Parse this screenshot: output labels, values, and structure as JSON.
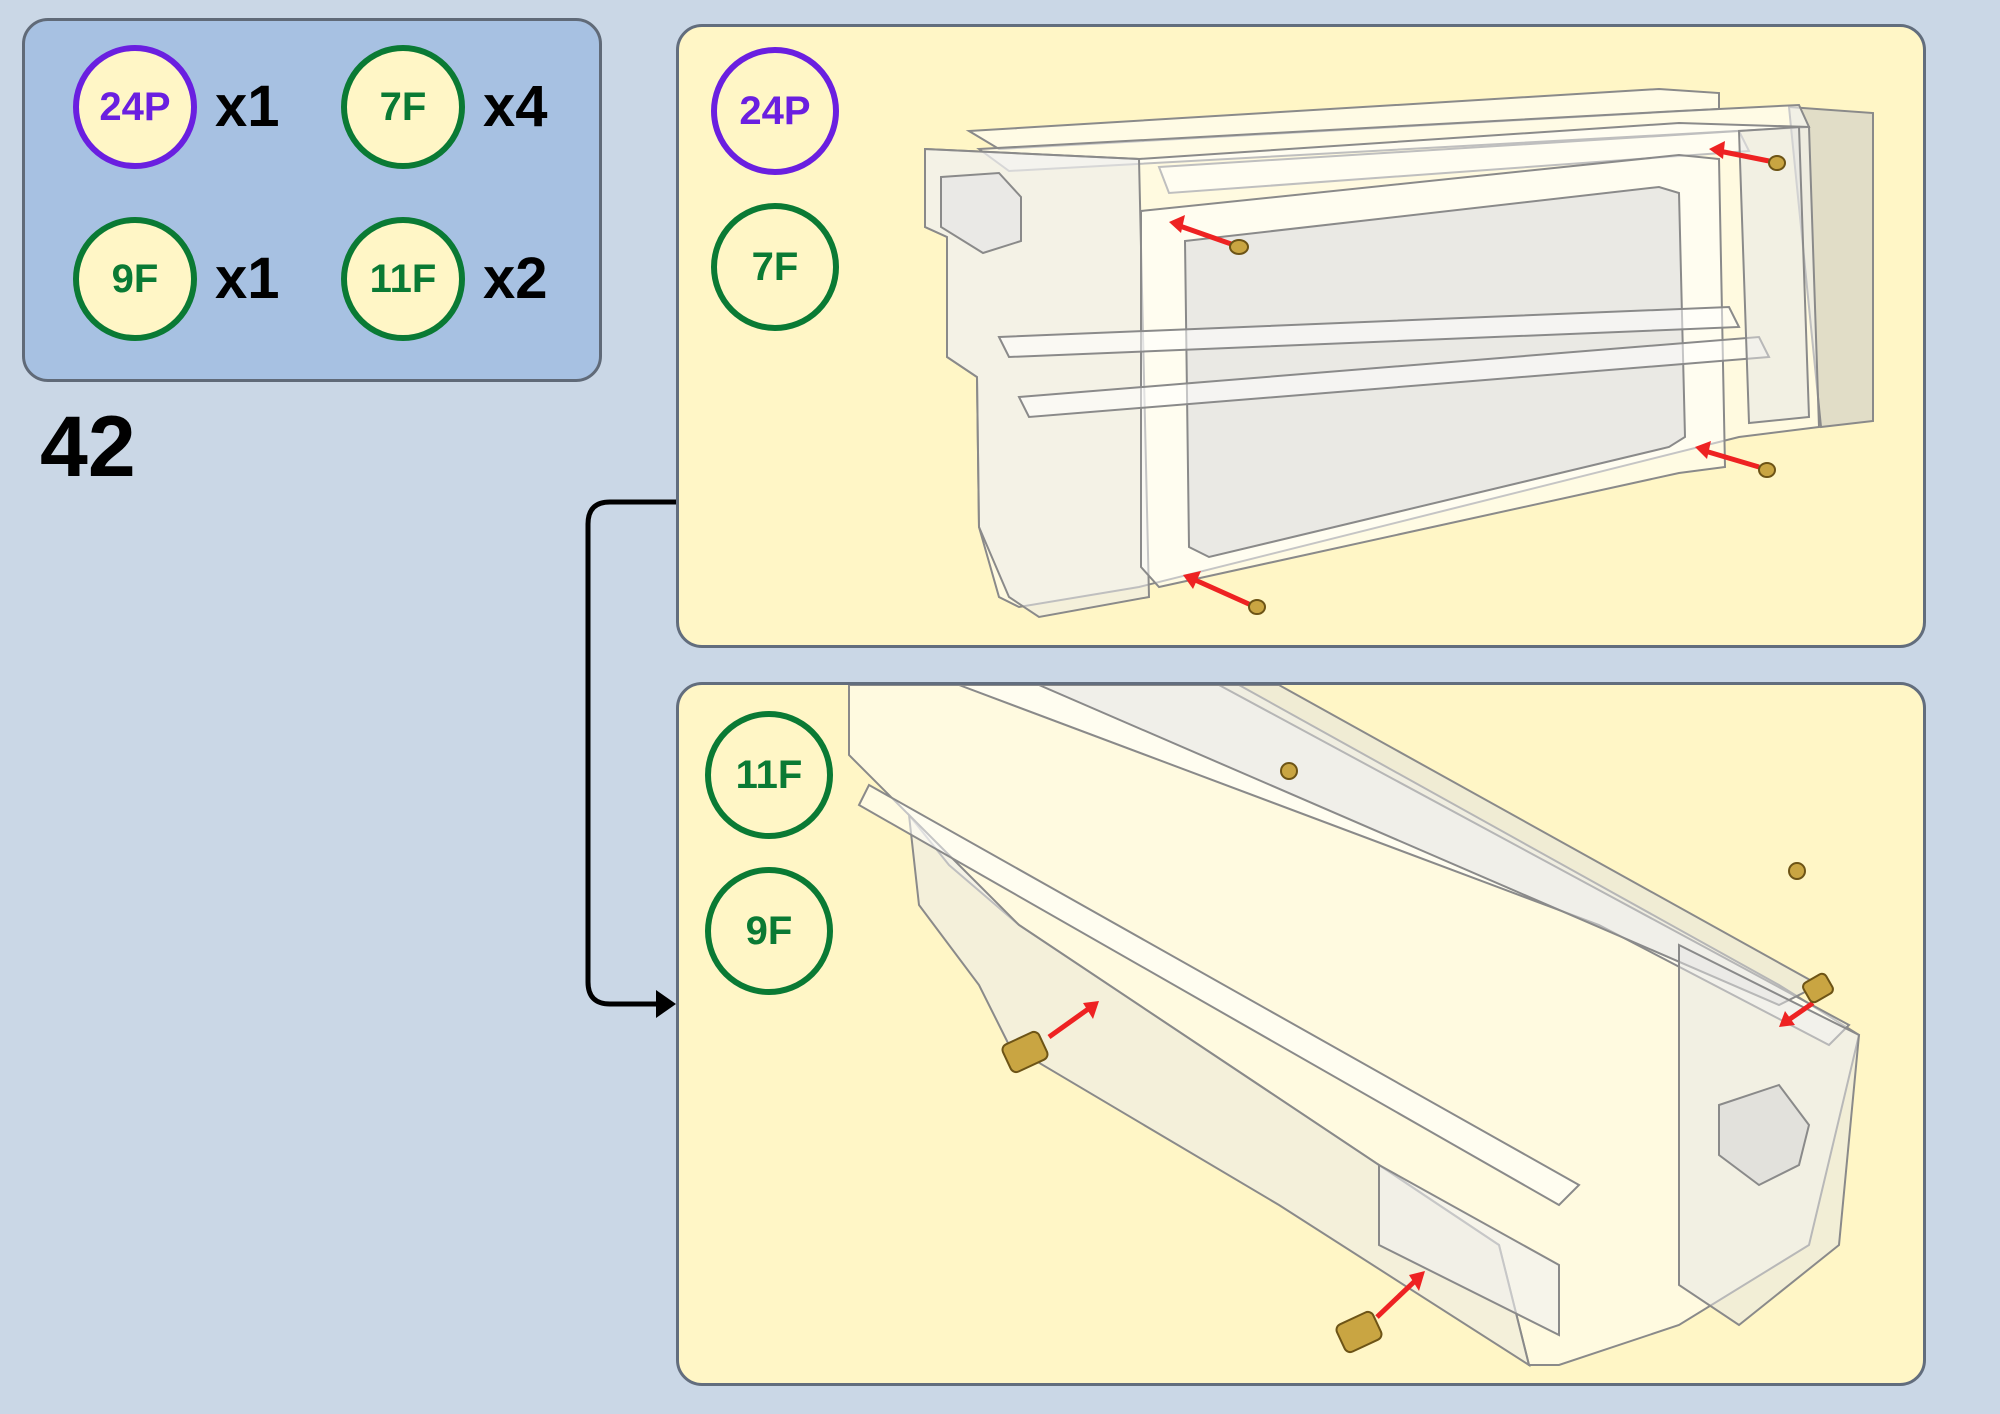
{
  "step": {
    "number": "42"
  },
  "parts_list": [
    {
      "label": "24P",
      "qty": "x1",
      "color": "#6a1fe0"
    },
    {
      "label": "7F",
      "qty": "x4",
      "color": "#0a7a34"
    },
    {
      "label": "9F",
      "qty": "x1",
      "color": "#0a7a34"
    },
    {
      "label": "11F",
      "qty": "x2",
      "color": "#0a7a34"
    }
  ],
  "panels": {
    "top": {
      "badges": [
        "24P",
        "7F"
      ]
    },
    "bottom": {
      "badges": [
        "11F",
        "9F"
      ]
    }
  },
  "colors": {
    "background": "#cad7e6",
    "parts_box": "#a7c1e2",
    "panel": "#fff6c6",
    "arrow": "#ee2222",
    "insert": "#c9a542"
  }
}
